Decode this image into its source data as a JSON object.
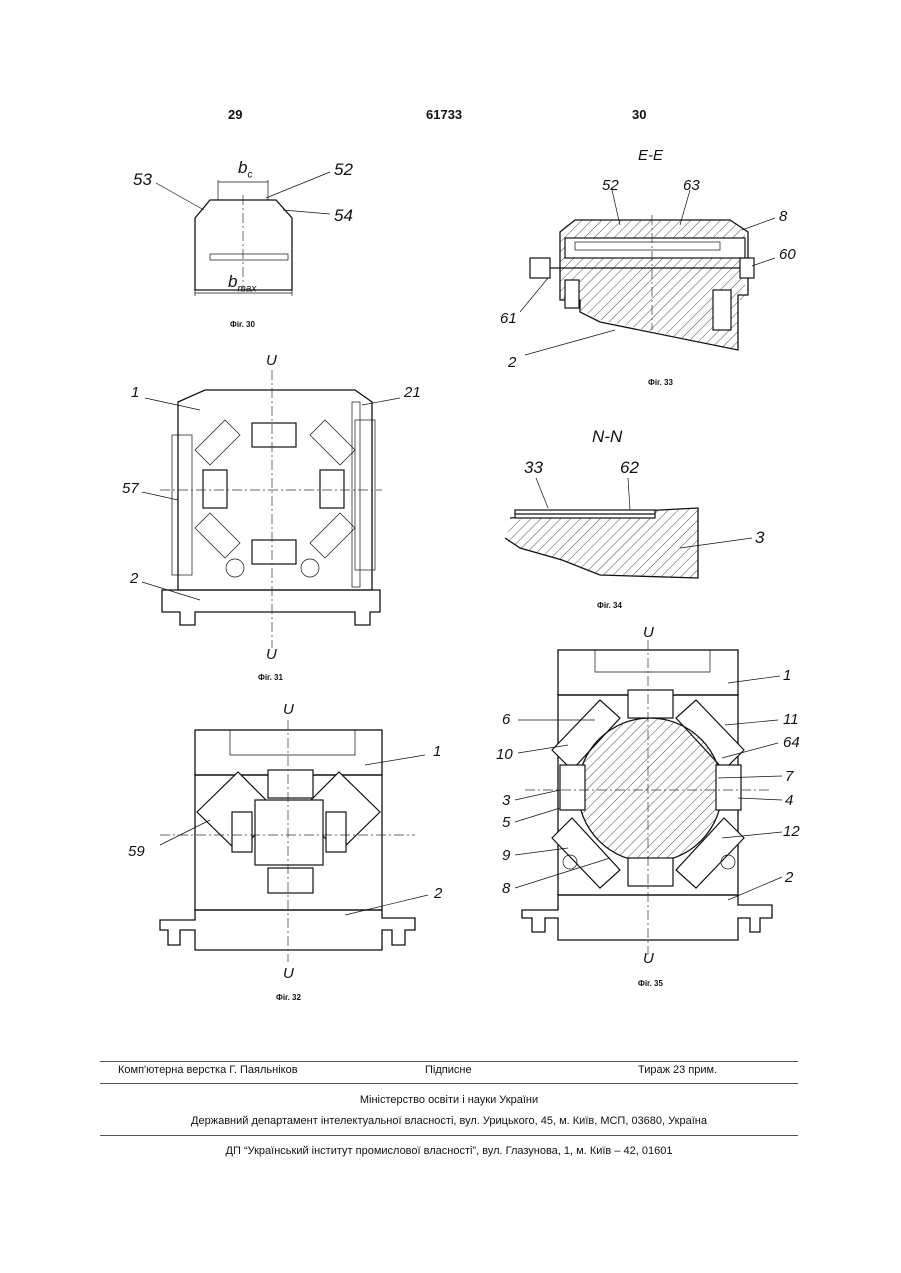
{
  "header": {
    "left_page": "29",
    "patent_number": "61733",
    "right_page": "30"
  },
  "figures": [
    {
      "caption": "Фіг. 30",
      "labels": {
        "top_width": "b",
        "top_width_sub": "c",
        "bottom_width": "b",
        "bottom_width_sub": "max",
        "l53": "53",
        "l52": "52",
        "l54": "54"
      }
    },
    {
      "caption": "Фіг. 31",
      "labels": {
        "axis_top": "U",
        "axis_bottom": "U",
        "l1": "1",
        "l21": "21",
        "l57": "57",
        "l2": "2"
      }
    },
    {
      "caption": "Фіг. 32",
      "labels": {
        "axis_top": "U",
        "axis_bottom": "U",
        "l1": "1",
        "l59": "59",
        "l2": "2"
      }
    },
    {
      "caption": "Фіг. 33",
      "section": "E-E",
      "labels": {
        "l52": "52",
        "l63": "63",
        "l8": "8",
        "l60": "60",
        "l61": "61",
        "l2": "2"
      }
    },
    {
      "caption": "Фіг. 34",
      "section": "N-N",
      "labels": {
        "l33": "33",
        "l62": "62",
        "l3": "3"
      }
    },
    {
      "caption": "Фіг. 35",
      "labels": {
        "axis_top": "U",
        "axis_bottom": "U",
        "l1": "1",
        "l6": "6",
        "l11": "11",
        "l10": "10",
        "l64": "64",
        "l7": "7",
        "l3": "3",
        "l4": "4",
        "l5": "5",
        "l12": "12",
        "l9": "9",
        "l8": "8",
        "l2": "2"
      }
    }
  ],
  "footer": {
    "layout_by": "Комп'ютерна верстка Г. Паяльніков",
    "signed": "Підписне",
    "circulation": "Тираж 23 прим.",
    "ministry": "Міністерство освіти і науки України",
    "department": "Державний департамент інтелектуальної власності, вул. Урицького, 45, м. Київ, МСП, 03680, Україна",
    "institute": "ДП “Український інститут промислової власності”, вул. Глазунова, 1, м. Київ – 42, 01601"
  }
}
